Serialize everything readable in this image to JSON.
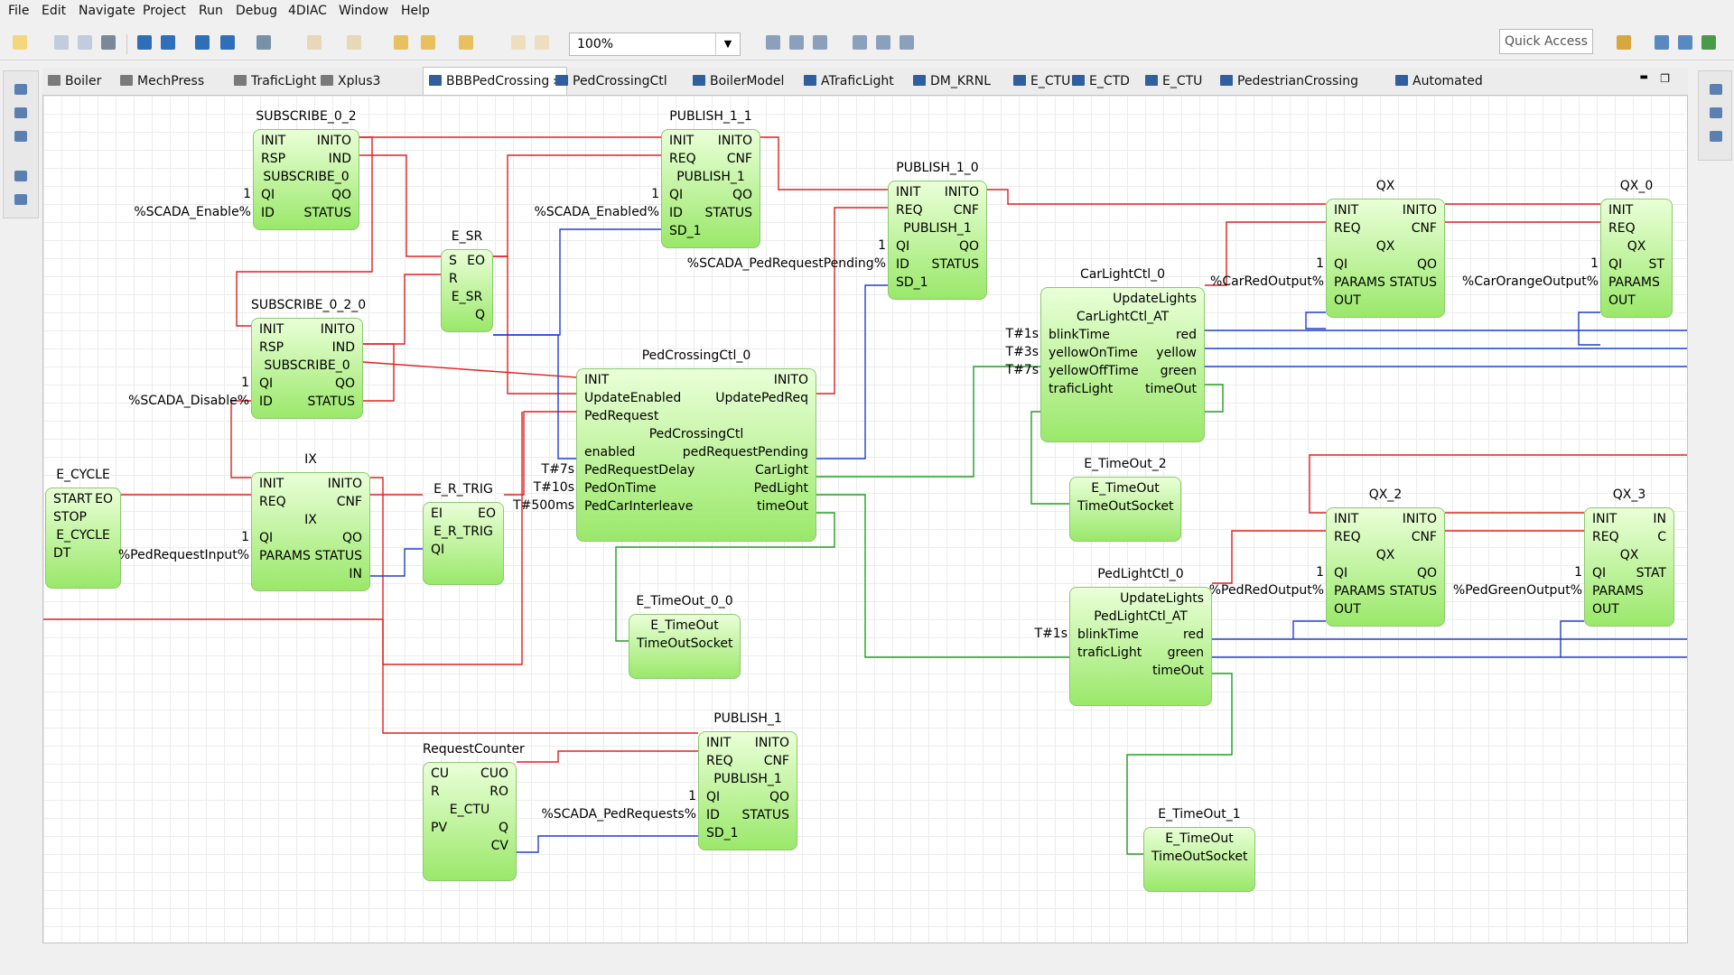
{
  "menu": [
    "File",
    "Edit",
    "Navigate",
    "Project",
    "Run",
    "Debug",
    "4DIAC",
    "Window",
    "Help"
  ],
  "toolbar": {
    "zoom_value": "100%",
    "quick_access": "Quick Access"
  },
  "tabs": [
    "Boiler",
    "MechPress",
    "TraficLight",
    "Xplus3",
    "BBBPedCrossing",
    "PedCrossingCtl",
    "BoilerModel",
    "ATraficLight",
    "DM_KRNL",
    "E_CTU",
    "E_CTD",
    "E_CTU",
    "PedestrianCrossing",
    "Automated"
  ],
  "active_tab": 4,
  "fbs": {
    "subscribe_0_2": {
      "name": "SUBSCRIBE_0_2",
      "type": "SUBSCRIBE_0",
      "ev_in": [
        "INIT",
        "RSP"
      ],
      "ev_out": [
        "INITO",
        "IND"
      ],
      "d_in": [
        "QI",
        "ID"
      ],
      "d_out": [
        "QO",
        "STATUS"
      ],
      "ext": {
        "qi": "1",
        "id": "%SCADA_Enable%"
      }
    },
    "subscribe_0_2_0": {
      "name": "SUBSCRIBE_0_2_0",
      "type": "SUBSCRIBE_0",
      "ev_in": [
        "INIT",
        "RSP"
      ],
      "ev_out": [
        "INITO",
        "IND"
      ],
      "d_in": [
        "QI",
        "ID"
      ],
      "d_out": [
        "QO",
        "STATUS"
      ],
      "ext": {
        "qi": "1",
        "id": "%SCADA_Disable%"
      }
    },
    "publish_1_1": {
      "name": "PUBLISH_1_1",
      "type": "PUBLISH_1",
      "ev_in": [
        "INIT",
        "REQ"
      ],
      "ev_out": [
        "INITO",
        "CNF"
      ],
      "d_in": [
        "QI",
        "ID",
        "SD_1"
      ],
      "d_out": [
        "QO",
        "STATUS"
      ],
      "ext": {
        "qi": "1",
        "id": "%SCADA_Enabled%"
      }
    },
    "publish_1_0": {
      "name": "PUBLISH_1_0",
      "type": "PUBLISH_1",
      "ev_in": [
        "INIT",
        "REQ"
      ],
      "ev_out": [
        "INITO",
        "CNF"
      ],
      "d_in": [
        "QI",
        "ID",
        "SD_1"
      ],
      "d_out": [
        "QO",
        "STATUS"
      ],
      "ext": {
        "qi": "1",
        "id": "%SCADA_PedRequestPending%"
      }
    },
    "publish_1": {
      "name": "PUBLISH_1",
      "type": "PUBLISH_1",
      "ev_in": [
        "INIT",
        "REQ"
      ],
      "ev_out": [
        "INITO",
        "CNF"
      ],
      "d_in": [
        "QI",
        "ID",
        "SD_1"
      ],
      "d_out": [
        "QO",
        "STATUS"
      ],
      "ext": {
        "qi": "1",
        "id": "%SCADA_PedRequests%"
      }
    },
    "e_sr": {
      "name": "E_SR",
      "type": "E_SR",
      "ev_in": [
        "S",
        "R"
      ],
      "ev_out": [
        "EO"
      ],
      "d_out": [
        "Q"
      ]
    },
    "e_cycle": {
      "name": "E_CYCLE",
      "type": "E_CYCLE",
      "ev_in": [
        "START",
        "STOP"
      ],
      "ev_out": [
        "EO"
      ],
      "d_in": [
        "DT"
      ]
    },
    "ix": {
      "name": "IX",
      "type": "IX",
      "ev_in": [
        "INIT",
        "REQ"
      ],
      "ev_out": [
        "INITO",
        "CNF"
      ],
      "d_in": [
        "QI",
        "PARAMS"
      ],
      "d_out": [
        "QO",
        "STATUS",
        "IN"
      ],
      "ext": {
        "qi": "1",
        "params": "%PedRequestInput%"
      }
    },
    "e_r_trig": {
      "name": "E_R_TRIG",
      "type": "E_R_TRIG",
      "ev_in": [
        "EI"
      ],
      "ev_out": [
        "EO"
      ],
      "d_in": [
        "QI"
      ]
    },
    "pedcrossingctl_0": {
      "name": "PedCrossingCtl_0",
      "type": "PedCrossingCtl",
      "ev_in": [
        "INIT",
        "UpdateEnabled",
        "PedRequest"
      ],
      "ev_out": [
        "INITO",
        "UpdatePedReq"
      ],
      "d_in": [
        "enabled",
        "PedRequestDelay",
        "PedOnTime",
        "PedCarInterleave"
      ],
      "d_out": [
        "pedRequestPending",
        "CarLight",
        "PedLight",
        "timeOut"
      ],
      "ext": {
        "delay": "T#7s",
        "ontime": "T#10s",
        "interleave": "T#500ms"
      }
    },
    "carlightctl_0": {
      "name": "CarLightCtl_0",
      "type": "CarLightCtl_AT",
      "ev_in": [],
      "ev_out": [
        "UpdateLights"
      ],
      "d_in": [
        "blinkTime",
        "yellowOnTime",
        "yellowOffTime",
        "traficLight"
      ],
      "d_out": [
        "red",
        "yellow",
        "green",
        "timeOut"
      ],
      "ext": {
        "blink": "T#1s",
        "yon": "T#3s",
        "yoff": "T#7s"
      }
    },
    "pedlightctl_0": {
      "name": "PedLightCtl_0",
      "type": "PedLightCtl_AT",
      "ev_in": [],
      "ev_out": [
        "UpdateLights"
      ],
      "d_in": [
        "blinkTime",
        "traficLight"
      ],
      "d_out": [
        "red",
        "green",
        "timeOut"
      ],
      "ext": {
        "blink": "T#1s"
      }
    },
    "qx": {
      "name": "QX",
      "type": "QX",
      "ev_in": [
        "INIT",
        "REQ"
      ],
      "ev_out": [
        "INITO",
        "CNF"
      ],
      "d_in": [
        "QI",
        "PARAMS",
        "OUT"
      ],
      "d_out": [
        "QO",
        "STATUS"
      ],
      "ext": {
        "qi": "1",
        "params": "%CarRedOutput%"
      }
    },
    "qx_0": {
      "name": "QX_0",
      "type": "QX",
      "ev_in": [
        "INIT",
        "REQ"
      ],
      "d_in": [
        "QI",
        "PARAMS",
        "OUT"
      ],
      "d_out": [
        "ST"
      ],
      "ext": {
        "qi": "1",
        "params": "%CarOrangeOutput%"
      }
    },
    "qx_2": {
      "name": "QX_2",
      "type": "QX",
      "ev_in": [
        "INIT",
        "REQ"
      ],
      "ev_out": [
        "INITO",
        "CNF"
      ],
      "d_in": [
        "QI",
        "PARAMS",
        "OUT"
      ],
      "d_out": [
        "QO",
        "STATUS"
      ],
      "ext": {
        "qi": "1",
        "params": "%PedRedOutput%"
      }
    },
    "qx_3": {
      "name": "QX_3",
      "type": "QX",
      "ev_in": [
        "INIT",
        "REQ"
      ],
      "ev_out": [
        "IN",
        "C"
      ],
      "d_in": [
        "QI",
        "PARAMS",
        "OUT"
      ],
      "d_out": [
        "STAT"
      ],
      "ext": {
        "qi": "1",
        "params": "%PedGreenOutput%"
      }
    },
    "requestcounter": {
      "name": "RequestCounter",
      "type": "E_CTU",
      "ev_in": [
        "CU",
        "R"
      ],
      "ev_out": [
        "CUO",
        "RO"
      ],
      "d_in": [
        "PV"
      ],
      "d_out": [
        "Q",
        "CV"
      ]
    },
    "e_timeout_0_0": {
      "name": "E_TimeOut_0_0",
      "type": "E_TimeOut",
      "d_in": [
        "TimeOutSocket"
      ]
    },
    "e_timeout_2": {
      "name": "E_TimeOut_2",
      "type": "E_TimeOut",
      "d_in": [
        "TimeOutSocket"
      ]
    },
    "e_timeout_1": {
      "name": "E_TimeOut_1",
      "type": "E_TimeOut",
      "d_in": [
        "TimeOutSocket"
      ]
    }
  },
  "colors": {
    "event_wire": "#e02020",
    "data_wire": "#2040d0",
    "adapter_wire": "#20a020",
    "fb_fill_top": "#eaffd8",
    "fb_fill_bottom": "#9ae86a"
  }
}
